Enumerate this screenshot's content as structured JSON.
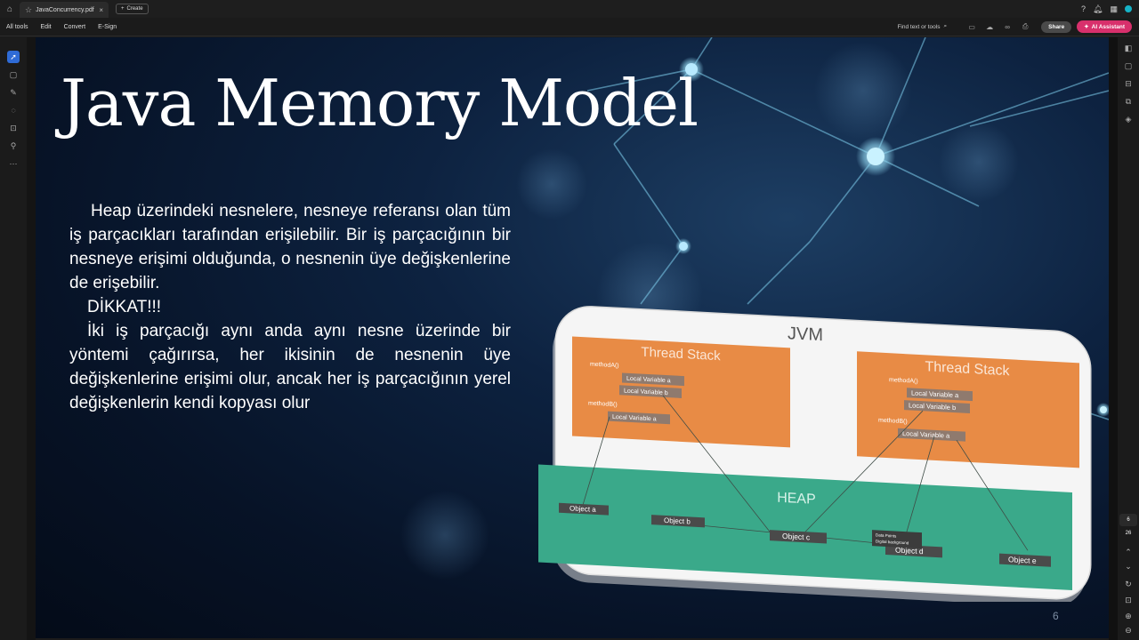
{
  "tabs": [
    {
      "label": "JavaConcurrency.pdf",
      "close": "×"
    }
  ],
  "create_label": "Create",
  "menu": [
    "All tools",
    "Edit",
    "Convert",
    "E-Sign"
  ],
  "find_label": "Find text or tools",
  "share_label": "Share",
  "ai_label": "AI Assistant",
  "right_panel": {
    "page_current": "6",
    "page_total": "26"
  },
  "slide": {
    "title": "Java Memory Model",
    "p1": "Heap üzerindeki nesnelere, nesneye referansı olan tüm iş parçacıkları tarafından erişilebilir. Bir iş parçacığının bir nesneye erişimi olduğunda, o nesnenin üye değişkenlerine de erişebilir.",
    "p2": "DİKKAT!!!",
    "p3": "İki iş parçacığı aynı anda aynı nesne üzerinde bir yöntemi çağırırsa, her ikisinin de nesnenin üye değişkenlerine erişimi olur, ancak her iş parçacığının yerel değişkenlerin kendi kopyası olur",
    "page_number": "6"
  },
  "diagram": {
    "jvm_label": "JVM",
    "thread_stack_1": {
      "title": "Thread Stack",
      "methodA": "methodA()",
      "localA": "Local Variable a",
      "localB": "Local Variable b",
      "methodB": "methodB()",
      "localA2": "Local Variable a"
    },
    "thread_stack_2": {
      "title": "Thread Stack",
      "methodA": "methodA()",
      "localA": "Local Variable a",
      "localB": "Local Variable b",
      "methodB": "methodB()",
      "localA2": "Local Variable a"
    },
    "heap_label": "HEAP",
    "objects": [
      "Object a",
      "Object b",
      "Object c",
      "Object d",
      "Object e"
    ],
    "tooltip": [
      "Data Points",
      "Digital background"
    ]
  },
  "colors": {
    "thread_stack": "#e88b45",
    "heap": "#3aa98a",
    "ai_button": "#d8306c",
    "slide_bg": "#0d2240"
  }
}
